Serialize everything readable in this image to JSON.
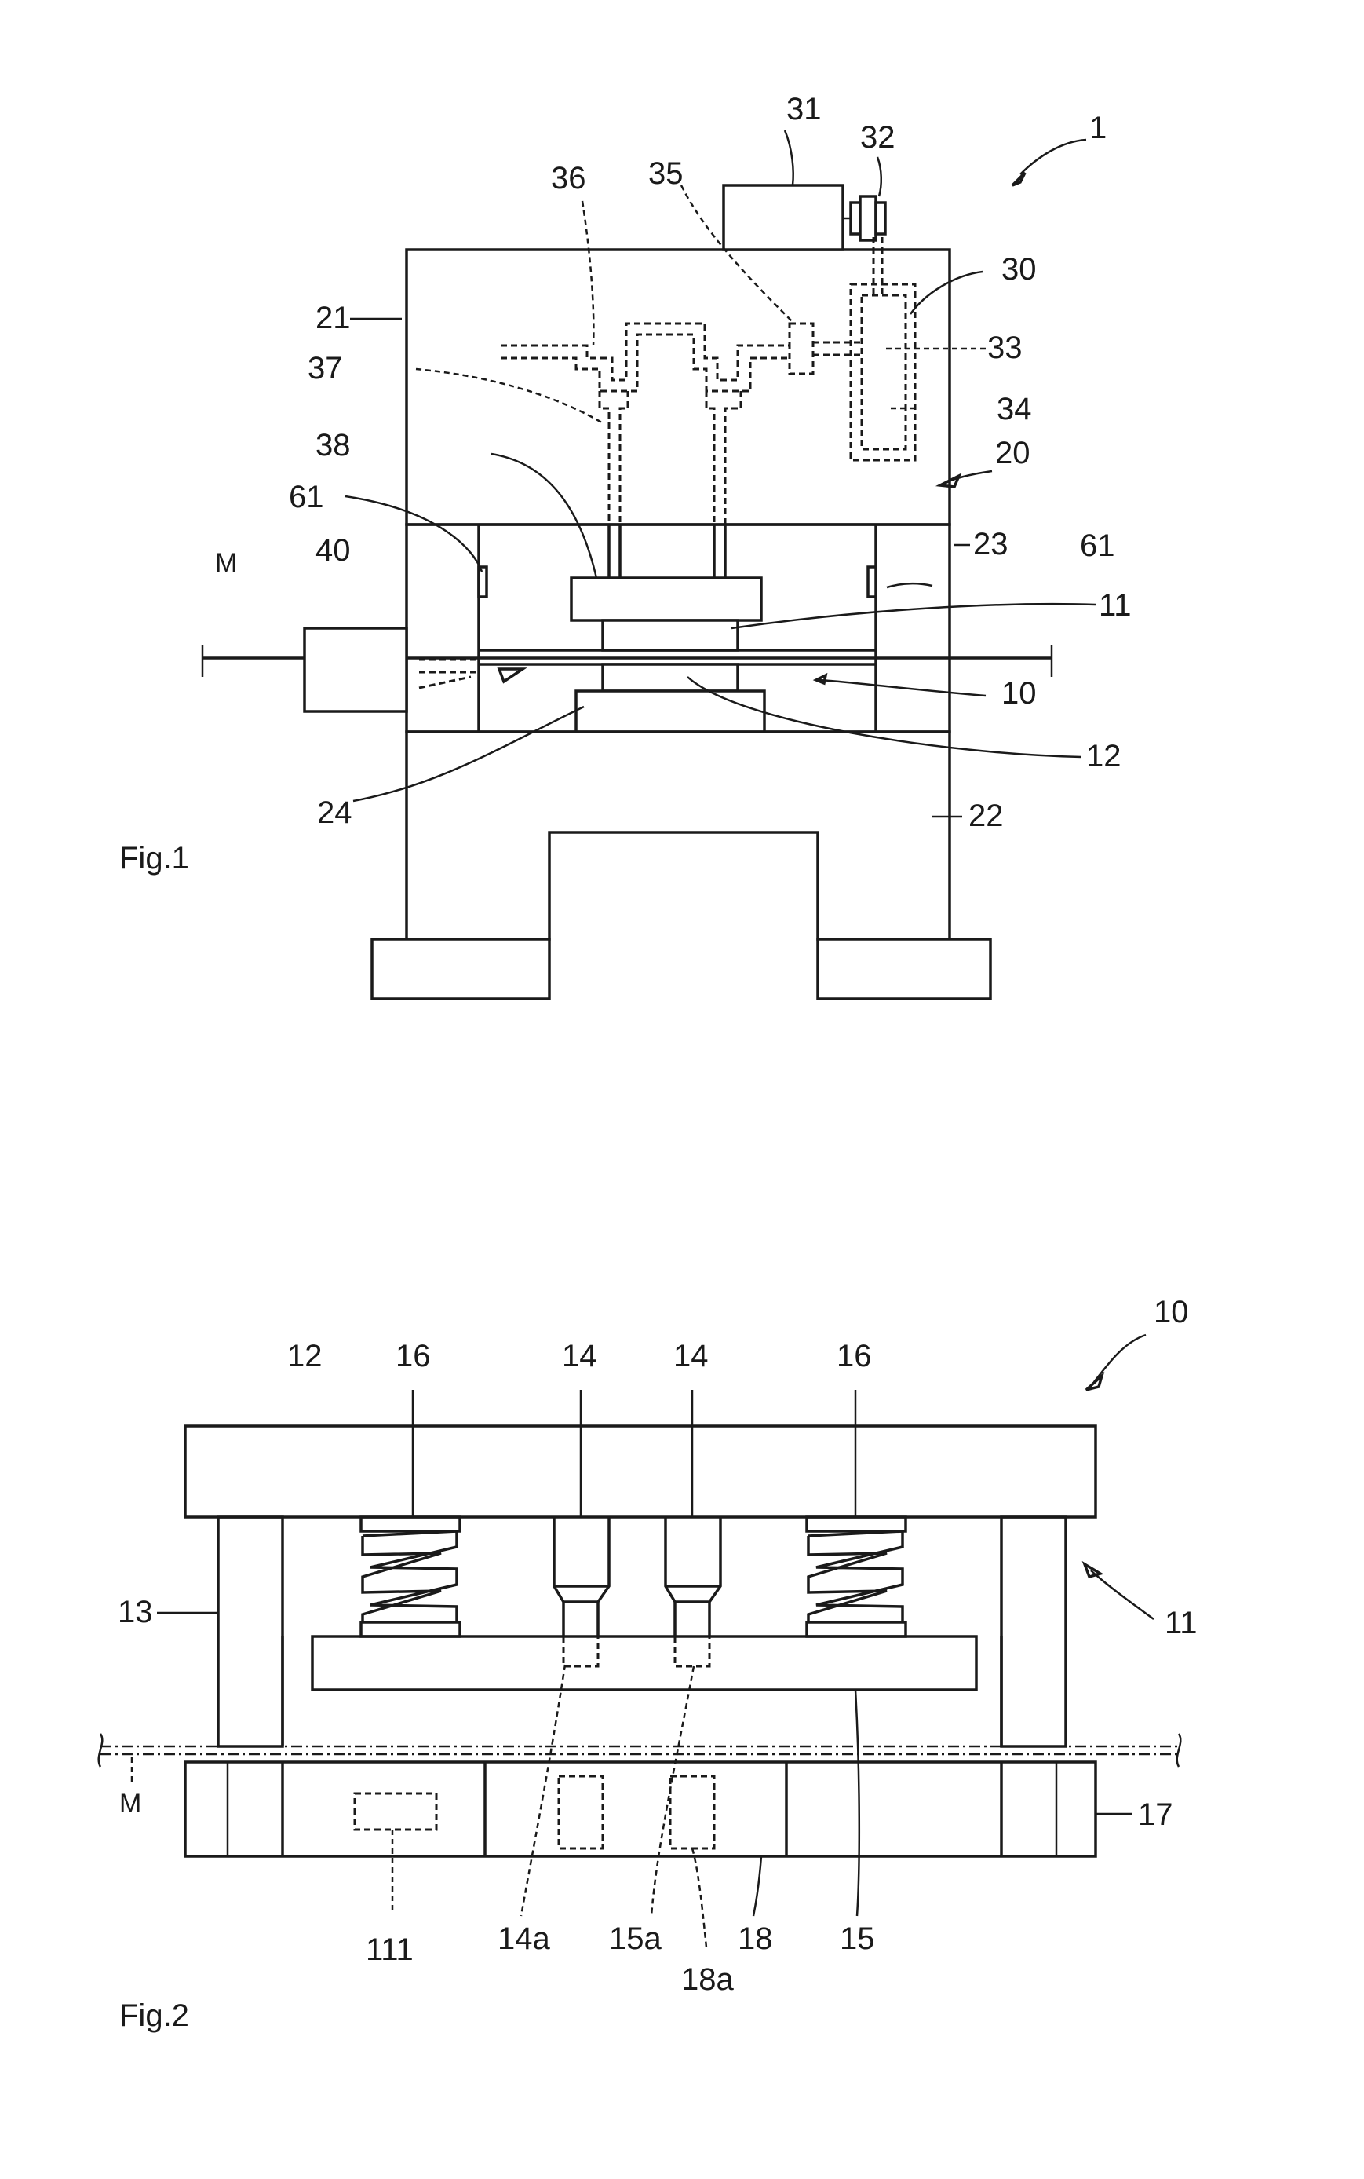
{
  "fig1": {
    "caption": "Fig.1",
    "labels": {
      "l1": "1",
      "l10": "10",
      "l11": "11",
      "l12": "12",
      "l20": "20",
      "l21": "21",
      "l22": "22",
      "l23": "23",
      "l24": "24",
      "l30": "30",
      "l31": "31",
      "l32": "32",
      "l33": "33",
      "l34": "34",
      "l35": "35",
      "l36": "36",
      "l37": "37",
      "l38": "38",
      "l40": "40",
      "l61a": "61",
      "l61b": "61",
      "lM": "M"
    }
  },
  "fig2": {
    "caption": "Fig.2",
    "labels": {
      "l10": "10",
      "l11": "11",
      "l12": "12",
      "l13": "13",
      "l14a": "14",
      "l14b": "14",
      "l14sub": "14a",
      "l15": "15",
      "l15sub": "15a",
      "l16a": "16",
      "l16b": "16",
      "l17": "17",
      "l18": "18",
      "l18sub": "18a",
      "l111": "111",
      "lM": "M"
    }
  }
}
